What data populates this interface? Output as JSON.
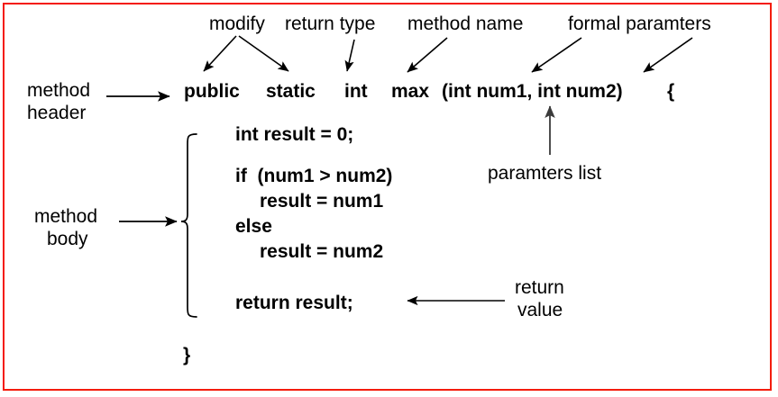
{
  "frame": {
    "border_color": "#f41c0c",
    "background": "#ffffff"
  },
  "annotations": {
    "top": [
      {
        "id": "modify",
        "text": "modify"
      },
      {
        "id": "return-type",
        "text": "return type"
      },
      {
        "id": "method-name",
        "text": "method name"
      },
      {
        "id": "formal-parameters",
        "text": "formal paramters"
      }
    ],
    "left": [
      {
        "id": "method-header",
        "line1": "method",
        "line2": "header"
      },
      {
        "id": "method-body",
        "line1": "method",
        "line2": "body"
      }
    ],
    "right": [
      {
        "id": "parameters-list",
        "text": "paramters list"
      },
      {
        "id": "return-value",
        "line1": "return",
        "line2": "value"
      }
    ]
  },
  "code": {
    "signature": {
      "modifier_public": "public",
      "modifier_static": "static",
      "return_type": "int",
      "method_name": "max",
      "parameter_list": "(int num1, int num2)",
      "open_brace": "{"
    },
    "body_lines": [
      {
        "id": "declare-result",
        "text": "int result = 0;"
      },
      {
        "id": "if-condition",
        "text": "if  (num1 > num2)"
      },
      {
        "id": "assign-num1",
        "text": "result = num1"
      },
      {
        "id": "else-keyword",
        "text": "else"
      },
      {
        "id": "assign-num2",
        "text": "result = num2"
      },
      {
        "id": "return-statement",
        "text": "return result;"
      }
    ],
    "close_brace": "}"
  }
}
